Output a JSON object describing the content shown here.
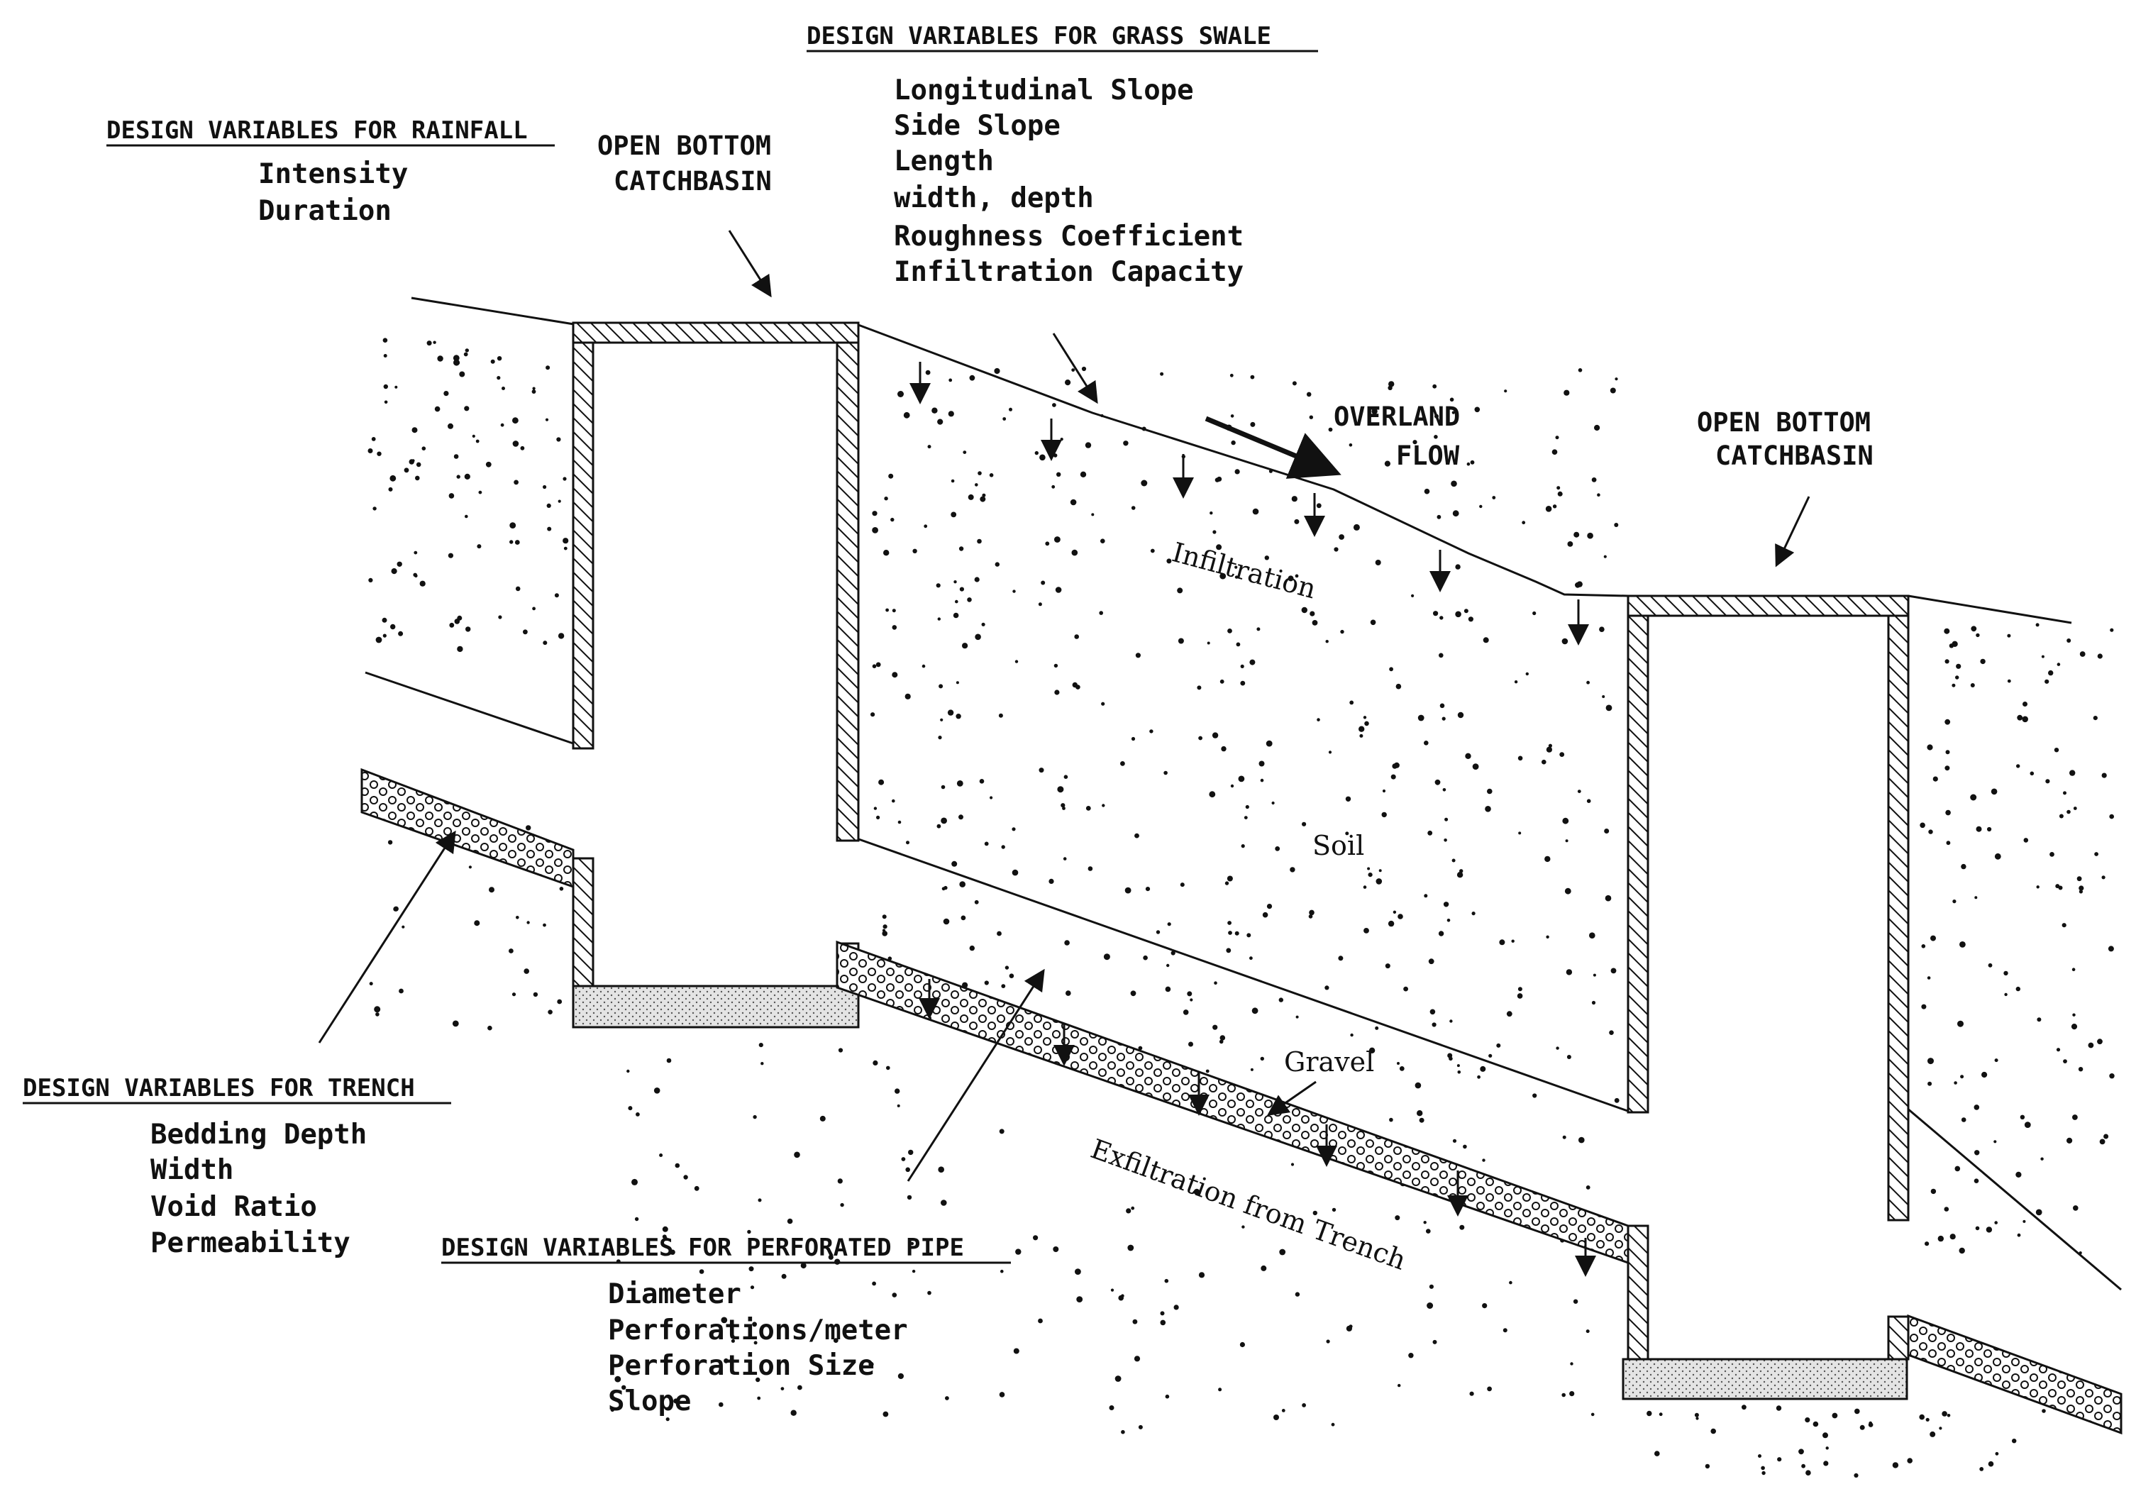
{
  "colors": {
    "ink": "#111111",
    "background": "#ffffff",
    "concrete_fill": "#e4e4e4"
  },
  "headings": {
    "grass_swale": "DESIGN VARIABLES FOR GRASS SWALE",
    "rainfall": "DESIGN VARIABLES FOR RAINFALL",
    "trench": "DESIGN VARIABLES FOR TRENCH",
    "perforated_pipe": "DESIGN VARIABLES FOR PERFORATED PIPE"
  },
  "grass_swale_items": [
    "Longitudinal Slope",
    "Side Slope",
    "Length",
    "width, depth",
    "Roughness Coefficient",
    "Infiltration Capacity"
  ],
  "rainfall_items": [
    "Intensity",
    "Duration"
  ],
  "trench_items": [
    "Bedding Depth",
    "Width",
    "Void Ratio",
    "Permeability"
  ],
  "perforated_pipe_items": [
    "Diameter",
    "Perforations/meter",
    "Perforation Size",
    "Slope"
  ],
  "labels": {
    "catchbasin_left_1": "OPEN BOTTOM",
    "catchbasin_left_2": "CATCHBASIN",
    "catchbasin_right_1": "OPEN BOTTOM",
    "catchbasin_right_2": "CATCHBASIN",
    "overland_1": "OVERLAND",
    "overland_2": "FLOW",
    "infiltration": "Infiltration",
    "soil": "Soil",
    "gravel": "Gravel",
    "exfiltration": "Exfiltration from Trench"
  }
}
